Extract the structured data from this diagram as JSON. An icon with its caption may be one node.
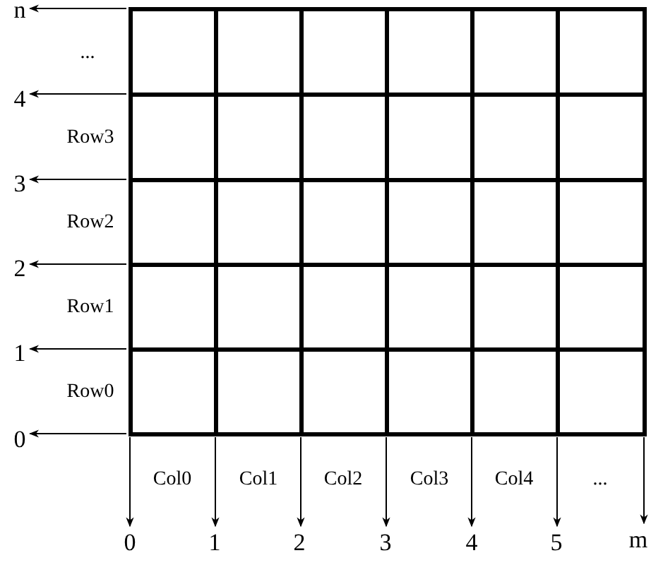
{
  "diagram": {
    "nodes": [
      {
        "text": [],
        "shape": "box"
      },
      {
        "text": [
          "n"
        ]
      },
      {
        "text": [
          "4"
        ]
      },
      {
        "text": [
          "3"
        ]
      },
      {
        "text": [
          "2"
        ]
      },
      {
        "text": [
          "1"
        ]
      },
      {
        "text": [
          "0"
        ]
      },
      {
        "text": [
          "0"
        ]
      },
      {
        "text": [
          "1"
        ]
      },
      {
        "text": [
          "2"
        ]
      },
      {
        "text": [
          "3"
        ]
      },
      {
        "text": [
          "4"
        ]
      },
      {
        "text": [
          "5"
        ]
      },
      {
        "text": [
          "m"
        ]
      }
    ],
    "edges": [
      {
        "from": 0,
        "to": 1,
        "arrow": "to"
      },
      {
        "from": 0,
        "to": 2,
        "arrow": "to"
      },
      {
        "from": 0,
        "to": 3,
        "arrow": "to"
      },
      {
        "from": 0,
        "to": 4,
        "arrow": "to"
      },
      {
        "from": 0,
        "to": 5,
        "arrow": "to"
      },
      {
        "from": 0,
        "to": 6,
        "arrow": "to"
      },
      {
        "from": 0,
        "to": 7,
        "arrow": "to"
      },
      {
        "from": 0,
        "to": 8,
        "arrow": "to"
      },
      {
        "from": 0,
        "to": 9,
        "arrow": "to"
      },
      {
        "from": 0,
        "to": 10,
        "arrow": "to"
      },
      {
        "from": 0,
        "to": 11,
        "arrow": "to"
      },
      {
        "from": 0,
        "to": 12,
        "arrow": "to"
      },
      {
        "from": 0,
        "to": 13,
        "arrow": "to"
      }
    ],
    "labels": [
      "...",
      "Row3",
      "Row2",
      "Row1",
      "Row0",
      "Col0",
      "Col1",
      "Col2",
      "Col3",
      "Col4",
      "..."
    ]
  }
}
